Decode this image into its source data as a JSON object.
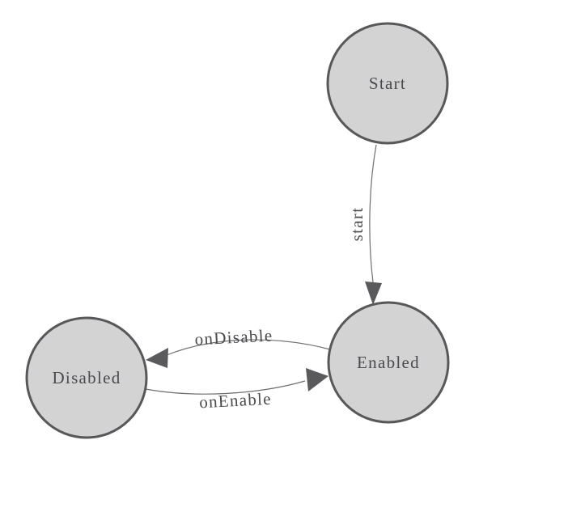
{
  "diagram": {
    "type": "state-machine",
    "background": "#ffffff",
    "colors": {
      "node_fill": "#d3d3d3",
      "node_stroke": "#58585a",
      "edge_stroke": "#6f6f6f",
      "arrow_fill": "#5a5a5d",
      "text_color": "#4a4a4e"
    },
    "nodes": [
      {
        "id": "Start",
        "label": "Start"
      },
      {
        "id": "Enabled",
        "label": "Enabled"
      },
      {
        "id": "Disabled",
        "label": "Disabled"
      }
    ],
    "edges": [
      {
        "from": "Start",
        "to": "Enabled",
        "label": "start"
      },
      {
        "from": "Enabled",
        "to": "Disabled",
        "label": "onDisable"
      },
      {
        "from": "Disabled",
        "to": "Enabled",
        "label": "onEnable"
      }
    ]
  }
}
